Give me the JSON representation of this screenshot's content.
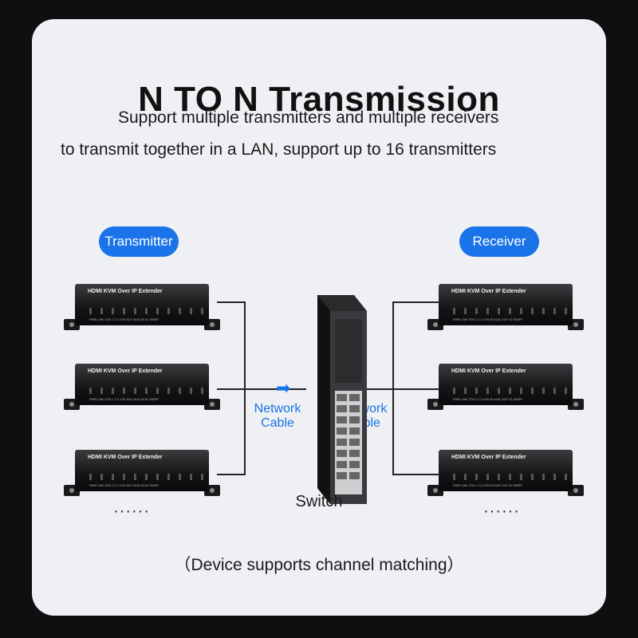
{
  "title": "N TO N Transmission",
  "subtitle_line1": "Support multiple transmitters and multiple receivers",
  "subtitle_line2": "to transmit together in a LAN, support up to 16 transmitters",
  "transmitter_label": "Transmitter",
  "receiver_label": "Receiver",
  "device_name": "HDMI KVM Over IP Extender",
  "tx_ports_label": "PWR LNK STA  1  2  3  4   IR OUT  AUD IN    ID    SWSP",
  "rx_ports_label": "PWR LNK STA  1  2  3  4   IR IN  AUD OUT    ID    SWSP",
  "network_label_left": [
    "Network",
    "Cable"
  ],
  "network_label_right": [
    "Network",
    "Cable"
  ],
  "switch_label": "Switch",
  "ellipsis": "······",
  "caption": "（Device supports channel matching）",
  "colors": {
    "accent": "#1a73e8",
    "card": "#eef0f4",
    "background": "#0f0f11"
  }
}
